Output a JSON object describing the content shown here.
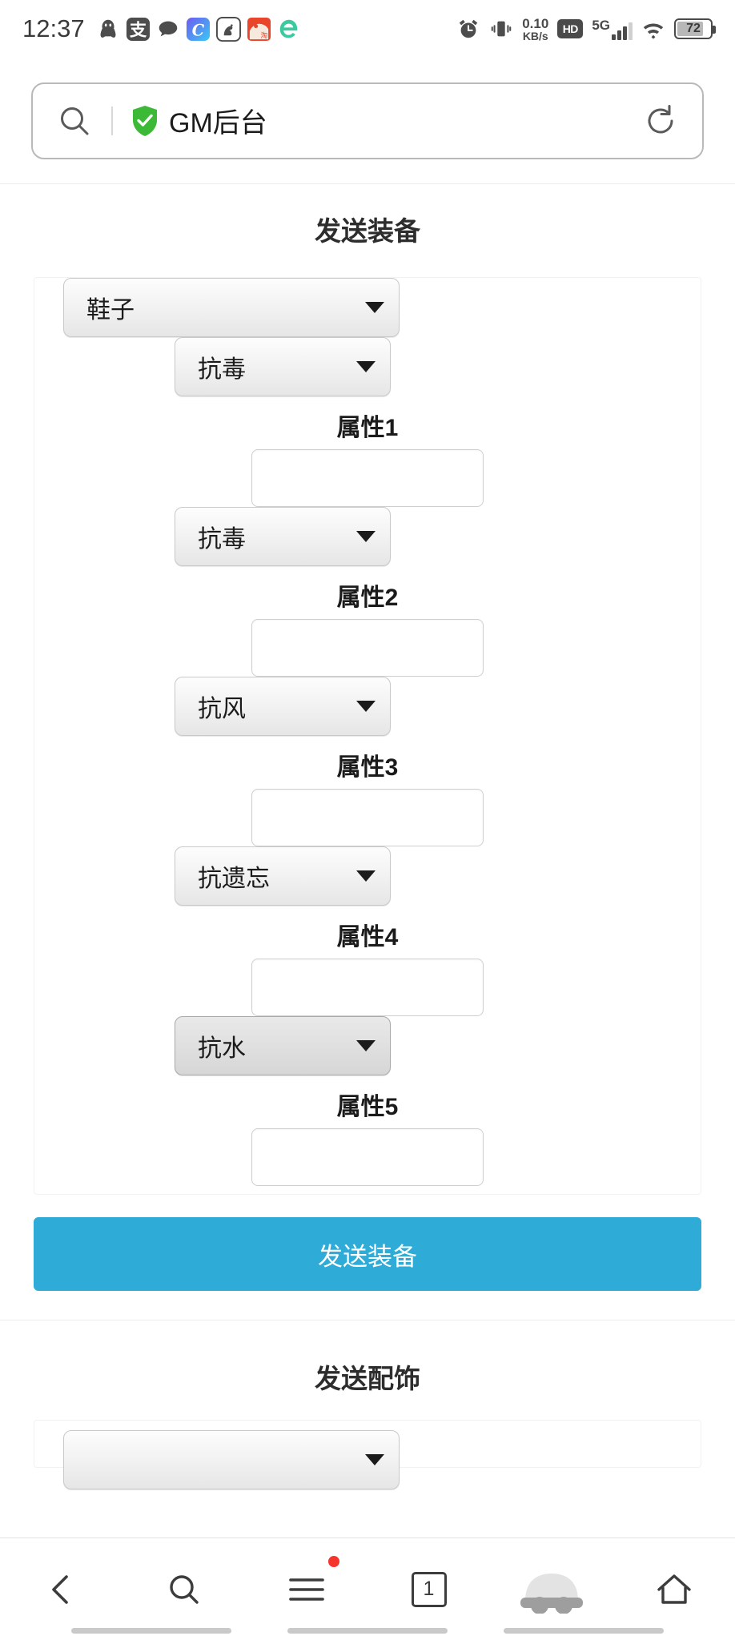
{
  "statusbar": {
    "time": "12:37",
    "left_icons": [
      "qq-icon",
      "alipay-icon",
      "message-bubble-icon",
      "app-c-icon",
      "uc-browser-icon",
      "taobao-icon",
      "edge-browser-icon"
    ],
    "right_icons": [
      "alarm-clock-icon",
      "vibrate-icon"
    ],
    "network_speed_value": "0.10",
    "network_speed_unit": "KB/s",
    "hd_badge": "HD",
    "signal_label": "5G",
    "wifi_icon": "wifi-icon",
    "battery_level": "72"
  },
  "browser": {
    "search_icon": "search-icon",
    "secure_icon": "shield-check-icon",
    "page_title": "GM后台",
    "reload_icon": "reload-icon",
    "accent_secure_color": "#3cb936"
  },
  "content": {
    "section1_title": "发送装备",
    "equipment_type": {
      "value": "鞋子",
      "caret": "chevron-down-icon"
    },
    "attributes": [
      {
        "select_value": "抗毒",
        "label": "属性1",
        "input_value": "",
        "focused": false
      },
      {
        "select_value": "抗毒",
        "label": "属性2",
        "input_value": "",
        "focused": false
      },
      {
        "select_value": "抗风",
        "label": "属性3",
        "input_value": "",
        "focused": false
      },
      {
        "select_value": "抗遗忘",
        "label": "属性4",
        "input_value": "",
        "focused": false
      },
      {
        "select_value": "抗水",
        "label": "属性5",
        "input_value": "",
        "focused": true
      }
    ],
    "submit_label": "发送装备",
    "submit_color": "#2eabd6",
    "section2_title": "发送配饰"
  },
  "bottomnav": {
    "items": [
      {
        "name": "back-arrow-icon",
        "label": ""
      },
      {
        "name": "search-icon",
        "label": ""
      },
      {
        "name": "menu-icon",
        "label": "",
        "badge": true
      },
      {
        "name": "tab-count",
        "label": "1"
      },
      {
        "name": "incognito-avatar-icon",
        "label": ""
      },
      {
        "name": "home-icon",
        "label": ""
      }
    ]
  }
}
